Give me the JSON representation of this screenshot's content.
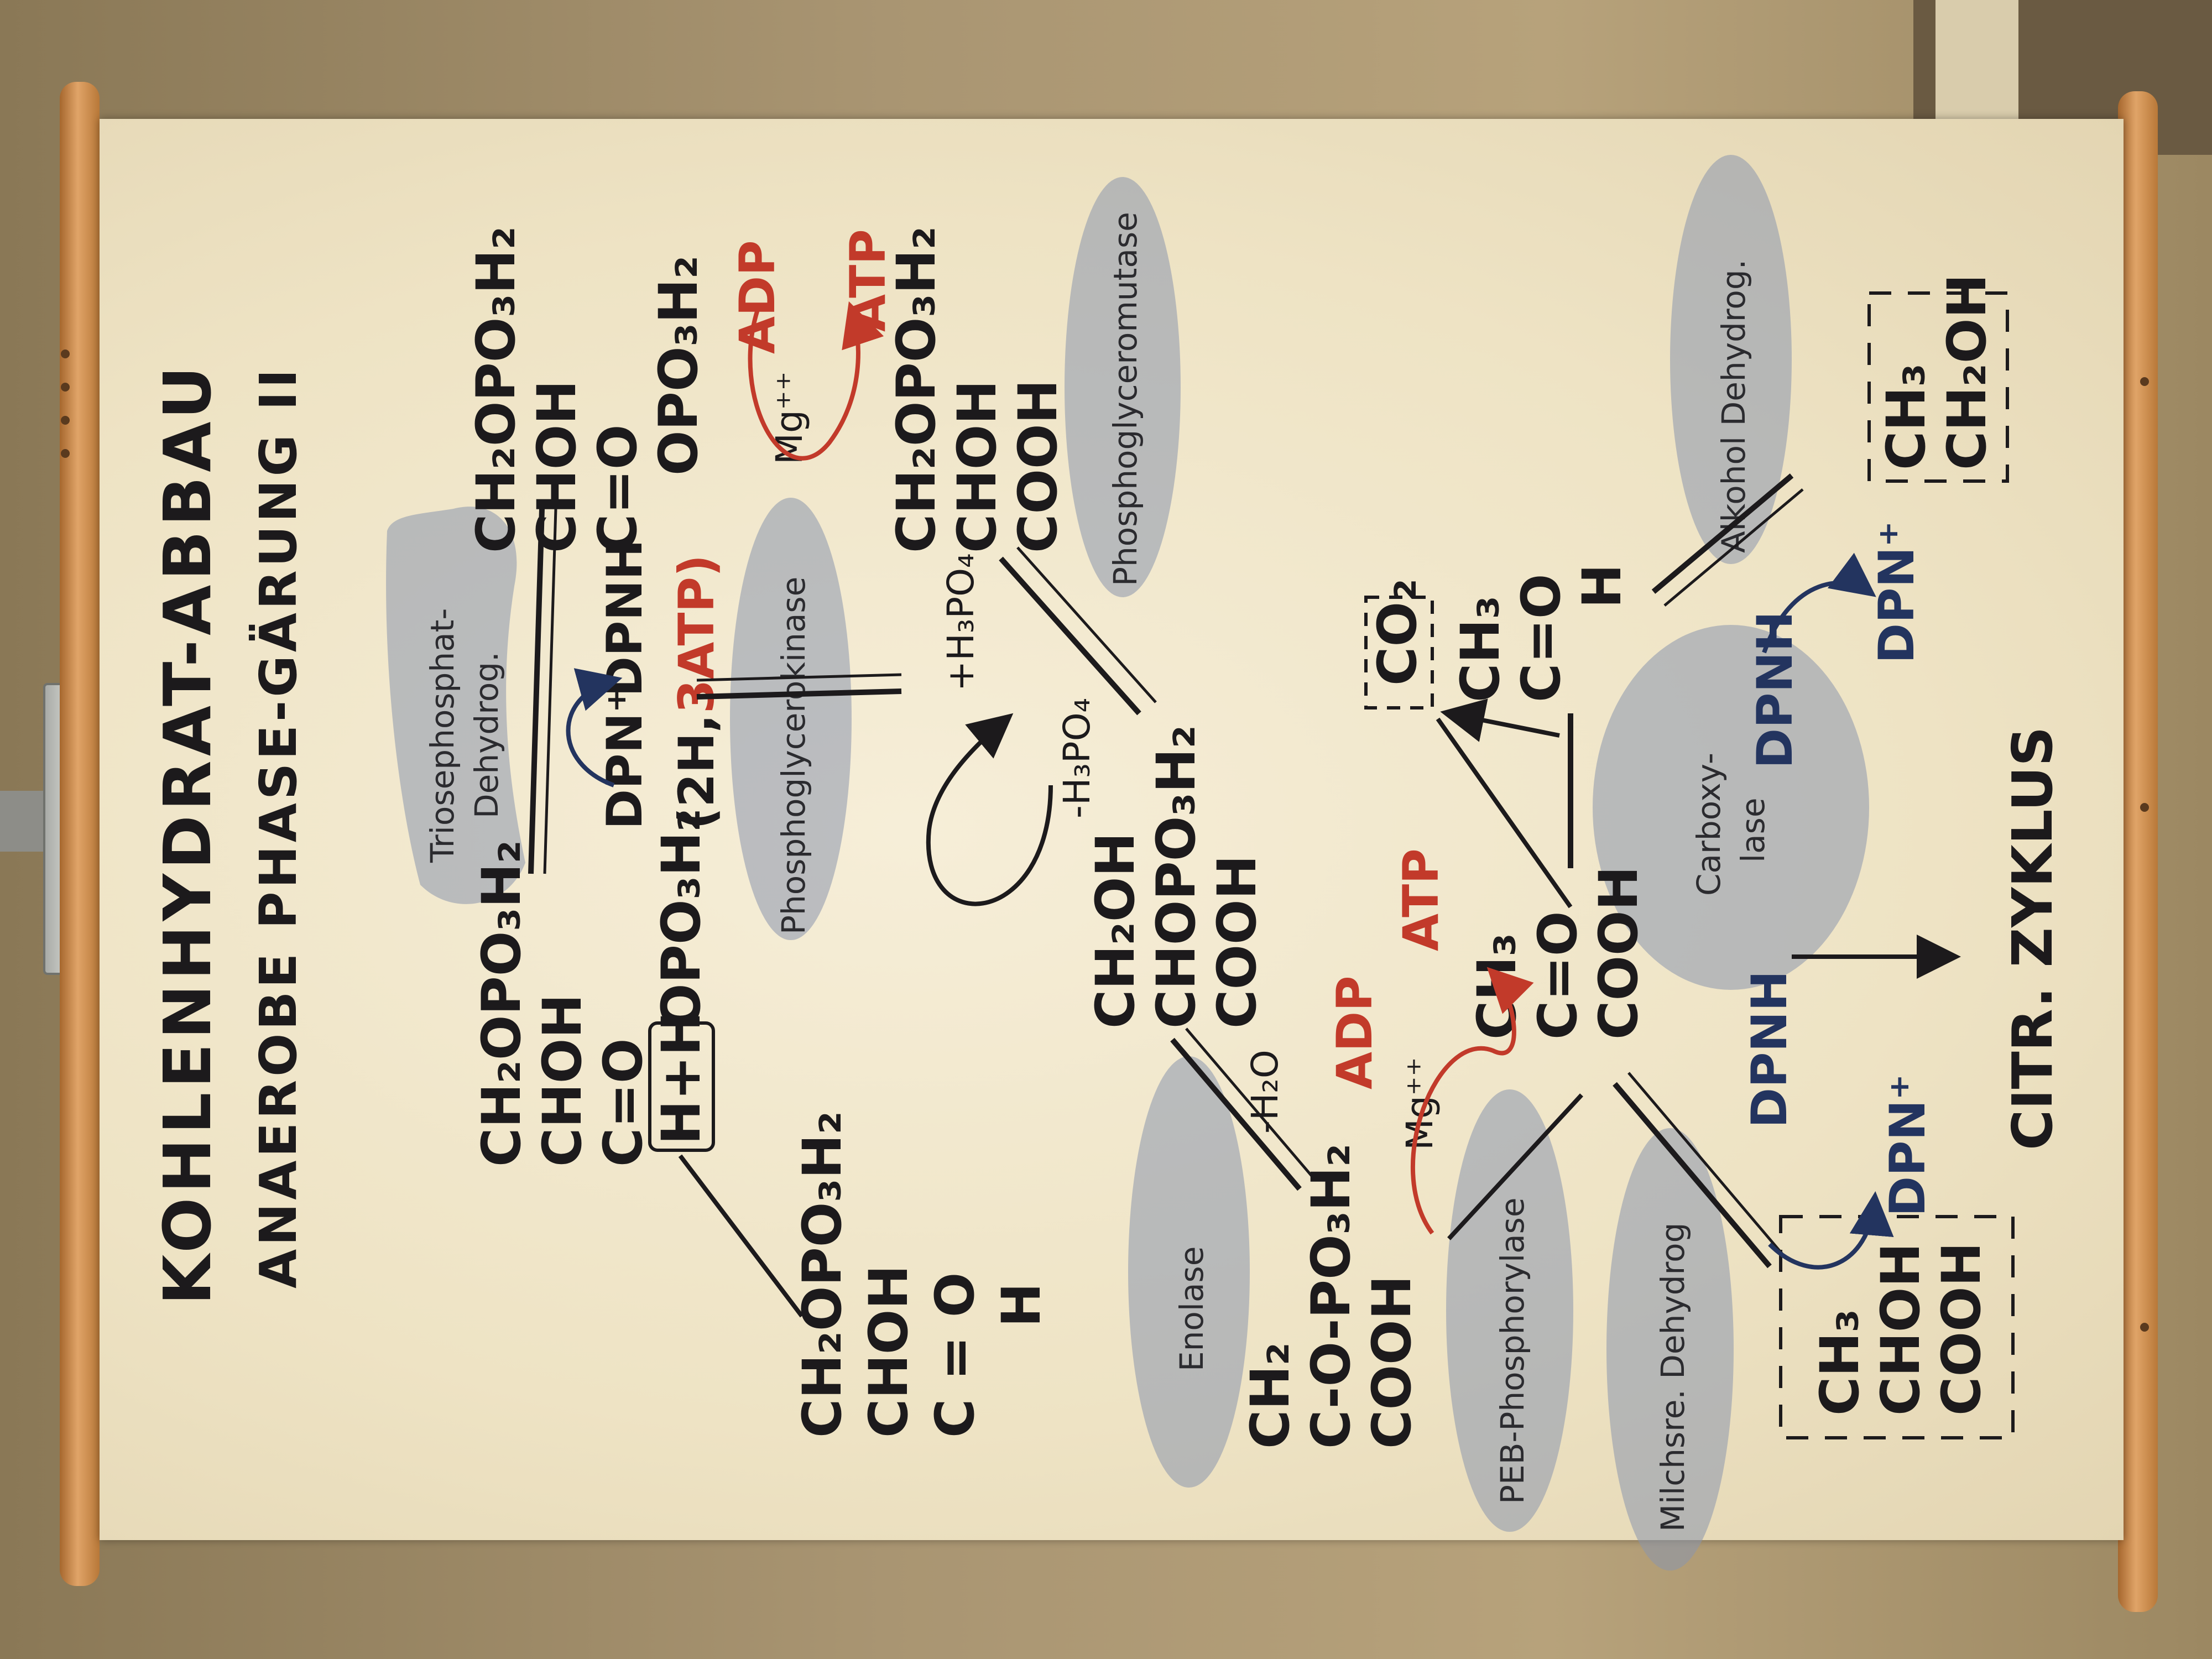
{
  "title": "KOHLENHYDRAT-ABBAU",
  "subtitle": "ANAEROBE PHASE-GÄRUNG II",
  "colors": {
    "ink": "#1c1a1c",
    "red": "#c23a2a",
    "blue": "#23345f",
    "enzyme": "#8a96ad"
  },
  "enzymes": {
    "triose": [
      "Triosephosphat-",
      "Dehydrog."
    ],
    "pgk": "Phosphoglycerokinase",
    "pgm": "Phosphoglyceromutase",
    "enolase": "Enolase",
    "peb": "PEB-Phosphorylase",
    "milch": "Milchsre. Dehydrog",
    "carboxy": [
      "Carboxy-",
      "lase"
    ],
    "alkohol": "Alkohol Dehydrog."
  },
  "compounds": {
    "gap": [
      "CH₂OPO₃H₂",
      "CHOH",
      "C = O",
      "H"
    ],
    "hydrate": [
      "CH₂OPO₃H₂",
      "CHOH",
      "C=O",
      "H+H",
      "OPO₃H₂"
    ],
    "bpg": [
      "CH₂OPO₃H₂",
      "CHOH",
      "C=O",
      "OPO₃H₂"
    ],
    "pg3": [
      "CH₂OPO₃H₂",
      "CHOH",
      "COOH"
    ],
    "pg2": [
      "CH₂OH",
      "CHOPO₃H₂",
      "COOH"
    ],
    "pep": [
      "CH₂",
      "C-O-PO₃H₂",
      "COOH"
    ],
    "pyruvate": [
      "CH₃",
      "C=O",
      "COOH"
    ],
    "acetaldehyde": [
      "CH₃",
      "C=O",
      "H"
    ],
    "co2": "CO₂",
    "ethanol": [
      "CH₃",
      "CH₂OH"
    ],
    "lactate": [
      "CH₃",
      "CHOH",
      "COOH"
    ]
  },
  "cofactors": {
    "dpn_plus": "DPN⁺",
    "dpnh": "DPNH",
    "two_h": "(2H,",
    "three_atp": "3ATP)",
    "adp": "ADP",
    "atp": "ATP",
    "mg": "Mg⁺⁺",
    "h3po4_plus": "+H₃PO₄",
    "h3po4_minus": "-H₃PO₄",
    "h2o": "-H₂O"
  },
  "footer": "CITR.  ZYKLUS"
}
